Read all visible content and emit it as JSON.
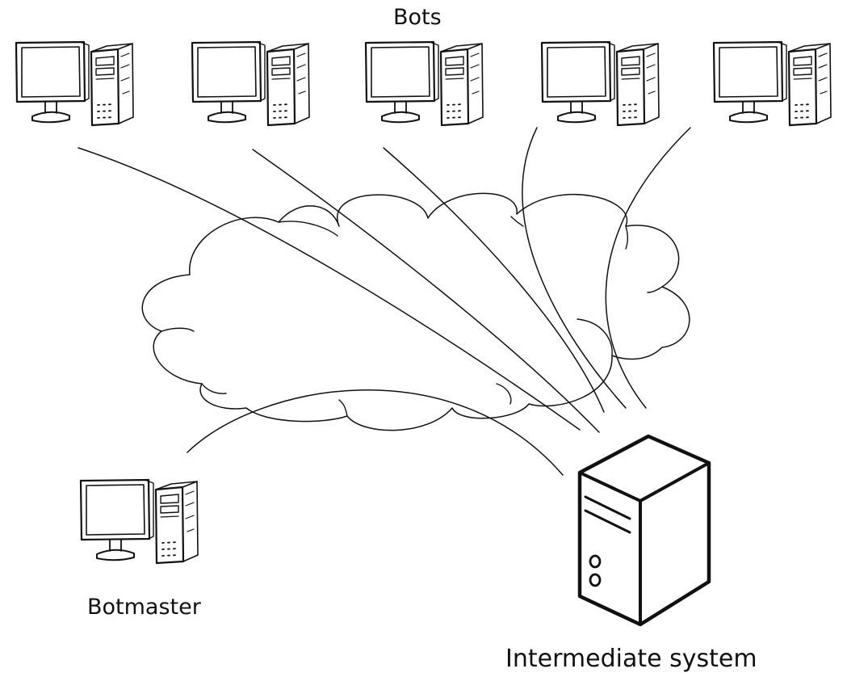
{
  "labels": {
    "bots": "Bots",
    "botmaster": "Botmaster",
    "intermediate": "Intermediate system"
  },
  "nodes": {
    "bots": [
      {
        "id": "bot-1",
        "icon": "desktop-computer-icon"
      },
      {
        "id": "bot-2",
        "icon": "desktop-computer-icon"
      },
      {
        "id": "bot-3",
        "icon": "desktop-computer-icon"
      },
      {
        "id": "bot-4",
        "icon": "desktop-computer-icon"
      },
      {
        "id": "bot-5",
        "icon": "desktop-computer-icon"
      }
    ],
    "botmaster": {
      "icon": "desktop-computer-icon"
    },
    "intermediate": {
      "icon": "server-tower-icon"
    },
    "network": {
      "icon": "cloud-icon"
    }
  },
  "connections": [
    {
      "from": "bot-1",
      "to": "intermediate"
    },
    {
      "from": "bot-2",
      "to": "intermediate"
    },
    {
      "from": "bot-3",
      "to": "intermediate"
    },
    {
      "from": "bot-4",
      "to": "intermediate"
    },
    {
      "from": "bot-5",
      "to": "intermediate"
    },
    {
      "from": "botmaster",
      "to": "intermediate"
    }
  ],
  "colors": {
    "stroke": "#111111",
    "background": "#ffffff"
  }
}
